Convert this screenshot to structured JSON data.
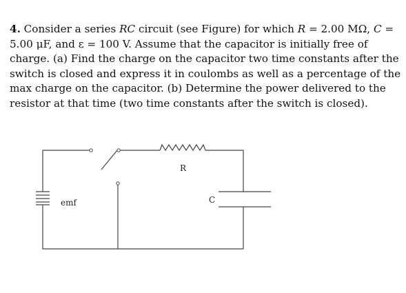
{
  "problem": {
    "number": "4.",
    "p1": " Consider a series ",
    "rc": "RC",
    "p2": " circuit (see Figure) for which ",
    "r_var": "R",
    "r_eq": " = 2.00 MΩ, ",
    "c_var": "C",
    "c_eq": " = 5.00 μF, and ε = 100 V. Assume that the capacitor is initially free of charge. (a) Find the charge on the capacitor two time constants after the switch is closed and express it in coulombs as well as a percentage of the max charge on the capacitor. (b) Determine the power delivered to the resistor at that time (two time constants after the switch is closed)."
  },
  "figure": {
    "resistor_label": "R",
    "capacitor_label": "C",
    "battery_label": "emf"
  }
}
